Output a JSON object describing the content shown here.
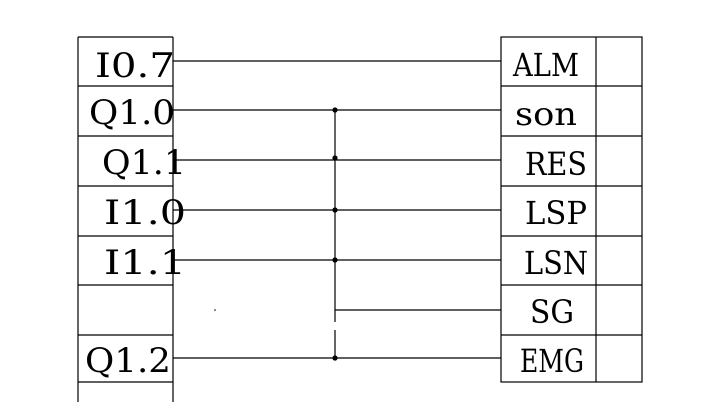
{
  "plc_terminals": [
    {
      "label": "I0.7"
    },
    {
      "label": "Q1.0"
    },
    {
      "label": "Q1.1"
    },
    {
      "label": "I1.0"
    },
    {
      "label": "I1.1"
    },
    {
      "label": ""
    },
    {
      "label": "Q1.2"
    }
  ],
  "driver_terminals": [
    {
      "label": "ALM"
    },
    {
      "label": "son"
    },
    {
      "label": "RES"
    },
    {
      "label": "LSP"
    },
    {
      "label": "LSN"
    },
    {
      "label": "SG"
    },
    {
      "label": "EMG"
    }
  ],
  "connections": [
    {
      "from": "I0.7",
      "to": "ALM"
    },
    {
      "from": "Q1.0",
      "to": "son"
    },
    {
      "from": "Q1.1",
      "to": "RES"
    },
    {
      "from": "I1.0",
      "to": "LSP"
    },
    {
      "from": "I1.1",
      "to": "LSN"
    },
    {
      "from": "Q1.2",
      "to": "EMG"
    }
  ],
  "common_bus": {
    "to": "SG"
  }
}
